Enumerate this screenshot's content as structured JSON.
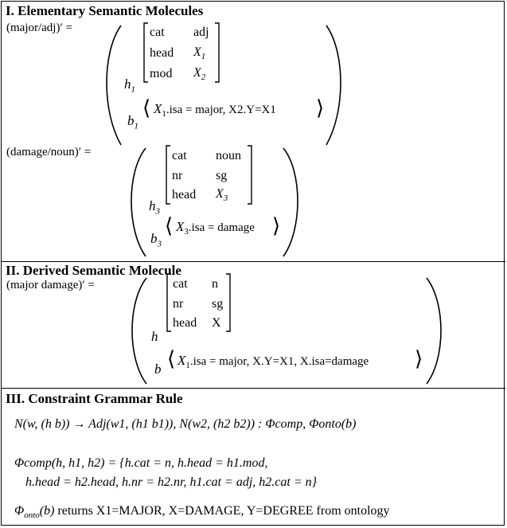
{
  "sections": {
    "s1_title": "I. Elementary Semantic Molecules",
    "s2_title": "II. Derived Semantic Molecule",
    "s3_title": "III. Constraint Grammar Rule"
  },
  "molecules": {
    "m1": {
      "name": "(major/adj)′ =",
      "rows": [
        [
          "cat",
          "adj"
        ],
        [
          "head",
          "X1"
        ],
        [
          "mod",
          "X2"
        ]
      ],
      "h": "h1",
      "b": "b1",
      "body_text": ".isa = major, X2.Y=X1"
    },
    "m2": {
      "name": "(damage/noun)′ =",
      "rows": [
        [
          "cat",
          "noun"
        ],
        [
          "nr",
          "sg"
        ],
        [
          "head",
          "X3"
        ]
      ],
      "h": "h3",
      "b": "b3",
      "body_text": ".isa = damage"
    },
    "m3": {
      "name": "(major damage)′ =",
      "rows": [
        [
          "cat",
          "n"
        ],
        [
          "nr",
          "sg"
        ],
        [
          "head",
          "X"
        ]
      ],
      "h": "h",
      "b": "b",
      "body_text": ".isa = major, X.Y=X1, X.isa=damage"
    }
  },
  "rule": {
    "line1": "N(w, (h b)) → Adj(w1, (h1 b1)), N(w2, (h2 b2)) : Φcomp, Φonto(b)",
    "line2": "Φcomp(h, h1, h2) = {h.cat = n, h.head = h1.mod,",
    "line3": "h.head = h2.head, h.nr = h2.nr, h1.cat = adj, h2.cat = n}",
    "line4_tail": "returns X1=MAJOR, X=DAMAGE, Y=DEGREE from ontology"
  }
}
